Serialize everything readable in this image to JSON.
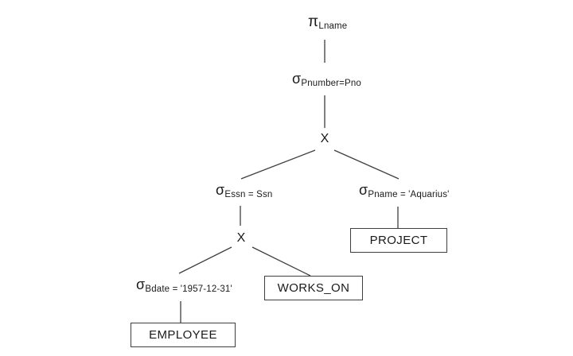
{
  "colors": {
    "background": "#ffffff",
    "line": "#3f3f3f",
    "text": "#1a1a1a"
  },
  "nodes": {
    "projection": {
      "operator": "π",
      "subscript": "Lname"
    },
    "select_pnumber_pno": {
      "operator": "σ",
      "subscript": "Pnumber=Pno"
    },
    "cross_product_top": {
      "label": "X"
    },
    "select_essn_ssn": {
      "operator": "σ",
      "subscript": "Essn = Ssn"
    },
    "select_pname_aquarius": {
      "operator": "σ",
      "subscript": "Pname = 'Aquarius'"
    },
    "cross_product_bottom": {
      "label": "X"
    },
    "select_bdate": {
      "operator": "σ",
      "subscript": "Bdate = '1957-12-31'"
    },
    "relation_project": {
      "label": "PROJECT"
    },
    "relation_works_on": {
      "label": "WORKS_ON"
    },
    "relation_employee": {
      "label": "EMPLOYEE"
    }
  },
  "edges": [
    {
      "from": "projection",
      "to": "select_pnumber_pno"
    },
    {
      "from": "select_pnumber_pno",
      "to": "cross_product_top"
    },
    {
      "from": "cross_product_top",
      "to": "select_essn_ssn"
    },
    {
      "from": "cross_product_top",
      "to": "select_pname_aquarius"
    },
    {
      "from": "select_essn_ssn",
      "to": "cross_product_bottom"
    },
    {
      "from": "select_pname_aquarius",
      "to": "relation_project"
    },
    {
      "from": "cross_product_bottom",
      "to": "select_bdate"
    },
    {
      "from": "cross_product_bottom",
      "to": "relation_works_on"
    },
    {
      "from": "select_bdate",
      "to": "relation_employee"
    }
  ]
}
